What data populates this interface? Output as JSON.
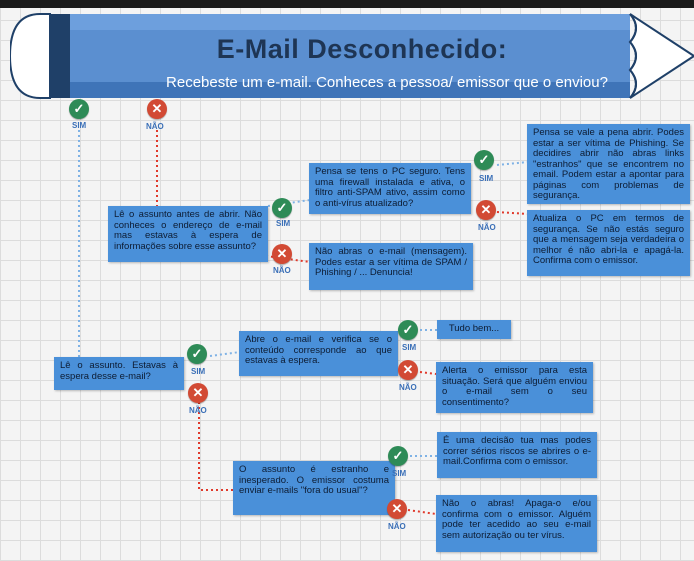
{
  "header": {
    "title": "E-Mail Desconhecido:",
    "subtitle": "Recebeste um e-mail. Conheces a pessoa/ emissor que o enviou?"
  },
  "answers": {
    "yes": "SIM",
    "no": "NÃO"
  },
  "boxes": {
    "q_subject_before_open": "Lê o assunto antes de abrir. Não conheces o endereço de e-mail mas estavas à espera de informações sobre esse assunto?",
    "q_pc_safe": "Pensa se tens o PC seguro. Tens uma firewall instalada e ativa, o filtro anti-SPAM ativo, assim como o anti-vírus atualizado?",
    "a_phishing_risk": "Pensa se vale a pena abrir. Podes estar a ser vítima de Phishing. Se decidires abrir não abras links \"estranhos\" que se encontrem no email. Podem estar a apontar para páginas com problemas de segurança.",
    "a_update_pc": "Atualiza o PC em termos de segurança. Se não estás seguro que a mensagem seja verdadeira o melhor é não abri-la e apagá-la. Confirma com o emissor.",
    "a_dont_open": "Não abras o e-mail (mensagem). Podes estar a ser vítima de SPAM / Phishing / ... Denuncia!",
    "q_expected": "Lê o assunto. Estavas à espera desse e-mail?",
    "q_content_matches": "Abre o e-mail e verifica se o conteúdo corresponde ao que estavas à espera.",
    "a_all_good": "Tudo bem...",
    "a_alert_sender": "Alerta o emissor para esta situação. Será que alguém enviou o e-mail sem o seu consentimento?",
    "q_strange_subject": "O assunto é estranho e inesperado. O emissor costuma enviar e-mails \"fora do usual\"?",
    "a_your_decision": "É uma decisão tua mas podes correr sérios riscos se abrires o e-mail.Confirma com o emissor.",
    "a_dont_open_confirm": "Não o abras! Apaga-o e/ou confirma com o emissor. Alguém pode ter acedido ao seu e-mail sem autorização ou ter vírus."
  },
  "colors": {
    "banner": "#5b8fd0",
    "box": "#4a90d9",
    "title": "#1e3554",
    "yes": "#2e8b57",
    "no": "#d24a34",
    "yes_line": "#7fb2e5",
    "no_line": "#e0392b"
  },
  "icons": {
    "yes": "check-icon",
    "no": "cross-icon"
  }
}
